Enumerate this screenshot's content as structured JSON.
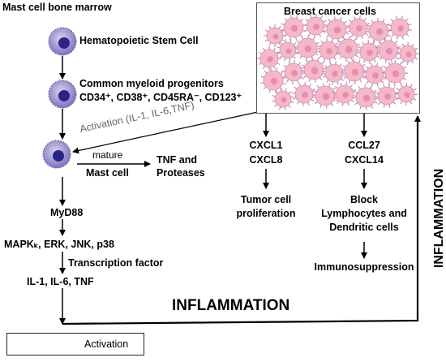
{
  "title": "Mast cell bone marrow",
  "hsc_label": "Hematopoietic Stem Cell",
  "cmp_label": "Common myeloid progenitors",
  "cmp_markers": "CD34⁺, CD38⁺, CD45RA⁻, CD123⁺",
  "activation_label": "Activation (IL-1, IL-6,TNF)",
  "mature_label": "mature",
  "mast_cell_label": "Mast cell",
  "tnf_label_1": "TNF and",
  "tnf_label_2": "Proteases",
  "pathway": [
    "MyD88",
    "MAPKₖ, ERK, JNK, p38",
    "Transcription factor",
    "IL-1, IL-6, TNF"
  ],
  "cancer_box_title": "Breast cancer cells",
  "left_branch": {
    "chemokines": [
      "CXCL1",
      "CXCL8"
    ],
    "effect": [
      "Tumor cell",
      "proliferation"
    ]
  },
  "right_branch": {
    "chemokines": [
      "CCL27",
      "CXCL14"
    ],
    "effect": [
      "Block",
      "Lymphocytes and",
      "Dendritic cells"
    ],
    "outcome": "Immunosuppression"
  },
  "inflammation_bottom": "INFLAMMATION",
  "inflammation_side": "INFLAMMATION",
  "legend_label": "Activation",
  "colors": {
    "cell_fill": "#8c82c4",
    "cell_nucleus": "#2a2585",
    "cancer_fill": "#f4b8c8",
    "cancer_spike": "#a27bc0"
  }
}
